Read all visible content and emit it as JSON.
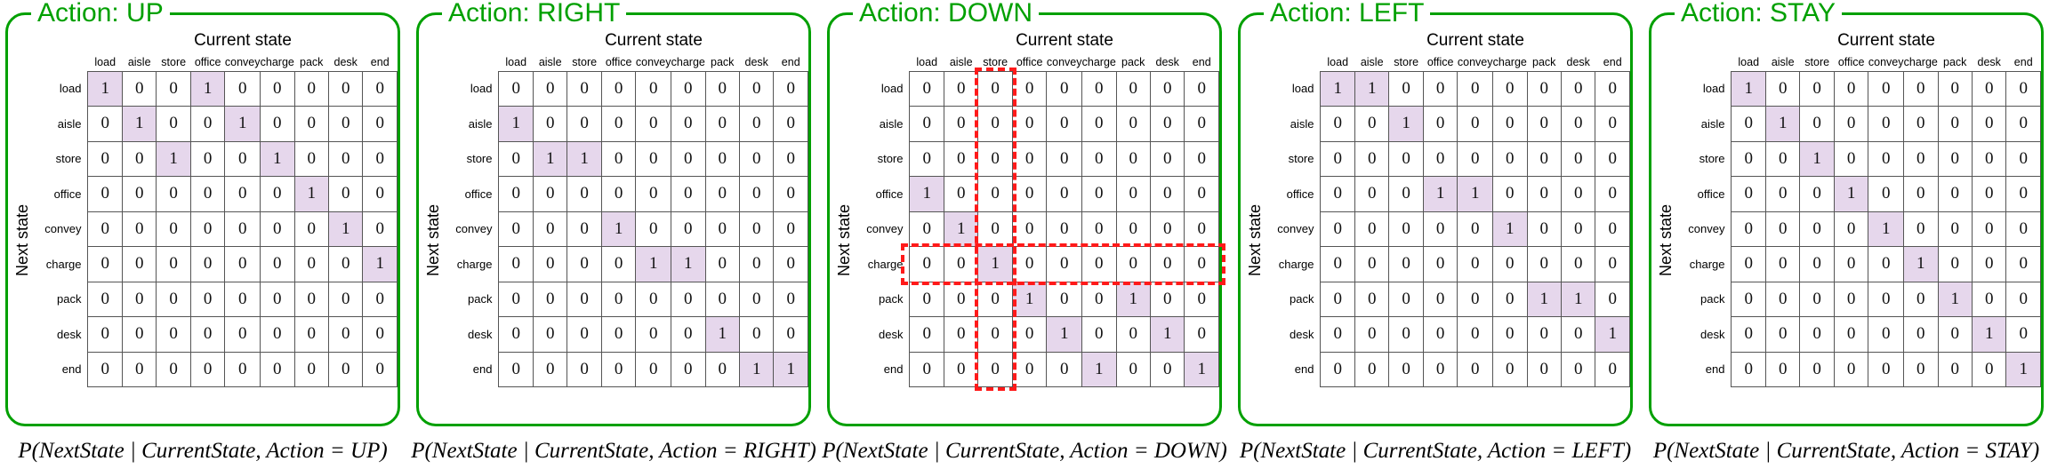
{
  "figure": {
    "column_group_title": "Current state",
    "row_group_title": "Next state",
    "accent_green": "#00a000",
    "highlight_purple": "#e6d7ec",
    "annotation_red": "#ff1a1a",
    "grid_line_color": "#555555"
  },
  "states": [
    "load",
    "aisle",
    "store",
    "office",
    "convey",
    "charge",
    "pack",
    "desk",
    "end"
  ],
  "panels": [
    {
      "id": "panel-up",
      "legend": "Action: UP",
      "action": "UP",
      "caption": "P(NextState | CurrentState, Action = UP)",
      "values": [
        [
          1,
          0,
          0,
          1,
          0,
          0,
          0,
          0,
          0
        ],
        [
          0,
          1,
          0,
          0,
          1,
          0,
          0,
          0,
          0
        ],
        [
          0,
          0,
          1,
          0,
          0,
          1,
          0,
          0,
          0
        ],
        [
          0,
          0,
          0,
          0,
          0,
          0,
          1,
          0,
          0
        ],
        [
          0,
          0,
          0,
          0,
          0,
          0,
          0,
          1,
          0
        ],
        [
          0,
          0,
          0,
          0,
          0,
          0,
          0,
          0,
          1
        ],
        [
          0,
          0,
          0,
          0,
          0,
          0,
          0,
          0,
          0
        ],
        [
          0,
          0,
          0,
          0,
          0,
          0,
          0,
          0,
          0
        ],
        [
          0,
          0,
          0,
          0,
          0,
          0,
          0,
          0,
          0
        ]
      ],
      "highlight": [
        [
          1,
          0,
          0,
          1,
          0,
          0,
          0,
          0,
          0
        ],
        [
          0,
          1,
          0,
          0,
          1,
          0,
          0,
          0,
          0
        ],
        [
          0,
          0,
          1,
          0,
          0,
          1,
          0,
          0,
          0
        ],
        [
          0,
          0,
          0,
          0,
          0,
          0,
          1,
          0,
          0
        ],
        [
          0,
          0,
          0,
          0,
          0,
          0,
          0,
          1,
          0
        ],
        [
          0,
          0,
          0,
          0,
          0,
          0,
          0,
          0,
          1
        ],
        [
          0,
          0,
          0,
          0,
          0,
          0,
          0,
          0,
          0
        ],
        [
          0,
          0,
          0,
          0,
          0,
          0,
          0,
          0,
          0
        ],
        [
          0,
          0,
          0,
          0,
          0,
          0,
          0,
          0,
          0
        ]
      ],
      "annotations": []
    },
    {
      "id": "panel-right",
      "legend": "Action: RIGHT",
      "action": "RIGHT",
      "caption": "P(NextState | CurrentState, Action = RIGHT)",
      "values": [
        [
          0,
          0,
          0,
          0,
          0,
          0,
          0,
          0,
          0
        ],
        [
          1,
          0,
          0,
          0,
          0,
          0,
          0,
          0,
          0
        ],
        [
          0,
          1,
          1,
          0,
          0,
          0,
          0,
          0,
          0
        ],
        [
          0,
          0,
          0,
          0,
          0,
          0,
          0,
          0,
          0
        ],
        [
          0,
          0,
          0,
          1,
          0,
          0,
          0,
          0,
          0
        ],
        [
          0,
          0,
          0,
          0,
          1,
          1,
          0,
          0,
          0
        ],
        [
          0,
          0,
          0,
          0,
          0,
          0,
          0,
          0,
          0
        ],
        [
          0,
          0,
          0,
          0,
          0,
          0,
          1,
          0,
          0
        ],
        [
          0,
          0,
          0,
          0,
          0,
          0,
          0,
          1,
          1
        ]
      ],
      "highlight": [
        [
          0,
          0,
          0,
          0,
          0,
          0,
          0,
          0,
          0
        ],
        [
          1,
          0,
          0,
          0,
          0,
          0,
          0,
          0,
          0
        ],
        [
          0,
          1,
          1,
          0,
          0,
          0,
          0,
          0,
          0
        ],
        [
          0,
          0,
          0,
          0,
          0,
          0,
          0,
          0,
          0
        ],
        [
          0,
          0,
          0,
          1,
          0,
          0,
          0,
          0,
          0
        ],
        [
          0,
          0,
          0,
          0,
          1,
          1,
          0,
          0,
          0
        ],
        [
          0,
          0,
          0,
          0,
          0,
          0,
          0,
          0,
          0
        ],
        [
          0,
          0,
          0,
          0,
          0,
          0,
          1,
          0,
          0
        ],
        [
          0,
          0,
          0,
          0,
          0,
          0,
          0,
          1,
          1
        ]
      ],
      "annotations": []
    },
    {
      "id": "panel-down",
      "legend": "Action: DOWN",
      "action": "DOWN",
      "caption": "P(NextState | CurrentState, Action = DOWN)",
      "values": [
        [
          0,
          0,
          0,
          0,
          0,
          0,
          0,
          0,
          0
        ],
        [
          0,
          0,
          0,
          0,
          0,
          0,
          0,
          0,
          0
        ],
        [
          0,
          0,
          0,
          0,
          0,
          0,
          0,
          0,
          0
        ],
        [
          1,
          0,
          0,
          0,
          0,
          0,
          0,
          0,
          0
        ],
        [
          0,
          1,
          0,
          0,
          0,
          0,
          0,
          0,
          0
        ],
        [
          0,
          0,
          1,
          0,
          0,
          0,
          0,
          0,
          0
        ],
        [
          0,
          0,
          0,
          1,
          0,
          0,
          1,
          0,
          0
        ],
        [
          0,
          0,
          0,
          0,
          1,
          0,
          0,
          1,
          0
        ],
        [
          0,
          0,
          0,
          0,
          0,
          1,
          0,
          0,
          1
        ]
      ],
      "highlight": [
        [
          0,
          0,
          0,
          0,
          0,
          0,
          0,
          0,
          0
        ],
        [
          0,
          0,
          0,
          0,
          0,
          0,
          0,
          0,
          0
        ],
        [
          0,
          0,
          0,
          0,
          0,
          0,
          0,
          0,
          0
        ],
        [
          1,
          0,
          0,
          0,
          0,
          0,
          0,
          0,
          0
        ],
        [
          0,
          1,
          0,
          0,
          0,
          0,
          0,
          0,
          0
        ],
        [
          0,
          0,
          1,
          0,
          0,
          0,
          0,
          0,
          0
        ],
        [
          0,
          0,
          0,
          1,
          0,
          0,
          1,
          0,
          0
        ],
        [
          0,
          0,
          0,
          0,
          1,
          0,
          0,
          1,
          0
        ],
        [
          0,
          0,
          0,
          0,
          0,
          1,
          0,
          0,
          1
        ]
      ],
      "annotations": [
        {
          "name": "column-highlight-store",
          "kind": "column",
          "index": 2
        },
        {
          "name": "row-highlight-charge",
          "kind": "row",
          "index": 5
        }
      ]
    },
    {
      "id": "panel-left",
      "legend": "Action: LEFT",
      "action": "LEFT",
      "caption": "P(NextState | CurrentState, Action = LEFT)",
      "values": [
        [
          1,
          1,
          0,
          0,
          0,
          0,
          0,
          0,
          0
        ],
        [
          0,
          0,
          1,
          0,
          0,
          0,
          0,
          0,
          0
        ],
        [
          0,
          0,
          0,
          0,
          0,
          0,
          0,
          0,
          0
        ],
        [
          0,
          0,
          0,
          1,
          1,
          0,
          0,
          0,
          0
        ],
        [
          0,
          0,
          0,
          0,
          0,
          1,
          0,
          0,
          0
        ],
        [
          0,
          0,
          0,
          0,
          0,
          0,
          0,
          0,
          0
        ],
        [
          0,
          0,
          0,
          0,
          0,
          0,
          1,
          1,
          0
        ],
        [
          0,
          0,
          0,
          0,
          0,
          0,
          0,
          0,
          1
        ],
        [
          0,
          0,
          0,
          0,
          0,
          0,
          0,
          0,
          0
        ]
      ],
      "highlight": [
        [
          1,
          1,
          0,
          0,
          0,
          0,
          0,
          0,
          0
        ],
        [
          0,
          0,
          1,
          0,
          0,
          0,
          0,
          0,
          0
        ],
        [
          0,
          0,
          0,
          0,
          0,
          0,
          0,
          0,
          0
        ],
        [
          0,
          0,
          0,
          1,
          1,
          0,
          0,
          0,
          0
        ],
        [
          0,
          0,
          0,
          0,
          0,
          1,
          0,
          0,
          0
        ],
        [
          0,
          0,
          0,
          0,
          0,
          0,
          0,
          0,
          0
        ],
        [
          0,
          0,
          0,
          0,
          0,
          0,
          1,
          1,
          0
        ],
        [
          0,
          0,
          0,
          0,
          0,
          0,
          0,
          0,
          1
        ],
        [
          0,
          0,
          0,
          0,
          0,
          0,
          0,
          0,
          0
        ]
      ],
      "annotations": []
    },
    {
      "id": "panel-stay",
      "legend": "Action: STAY",
      "action": "STAY",
      "caption": "P(NextState | CurrentState, Action = STAY)",
      "values": [
        [
          1,
          0,
          0,
          0,
          0,
          0,
          0,
          0,
          0
        ],
        [
          0,
          1,
          0,
          0,
          0,
          0,
          0,
          0,
          0
        ],
        [
          0,
          0,
          1,
          0,
          0,
          0,
          0,
          0,
          0
        ],
        [
          0,
          0,
          0,
          1,
          0,
          0,
          0,
          0,
          0
        ],
        [
          0,
          0,
          0,
          0,
          1,
          0,
          0,
          0,
          0
        ],
        [
          0,
          0,
          0,
          0,
          0,
          1,
          0,
          0,
          0
        ],
        [
          0,
          0,
          0,
          0,
          0,
          0,
          1,
          0,
          0
        ],
        [
          0,
          0,
          0,
          0,
          0,
          0,
          0,
          1,
          0
        ],
        [
          0,
          0,
          0,
          0,
          0,
          0,
          0,
          0,
          1
        ]
      ],
      "highlight": [
        [
          1,
          0,
          0,
          0,
          0,
          0,
          0,
          0,
          0
        ],
        [
          0,
          1,
          0,
          0,
          0,
          0,
          0,
          0,
          0
        ],
        [
          0,
          0,
          1,
          0,
          0,
          0,
          0,
          0,
          0
        ],
        [
          0,
          0,
          0,
          1,
          0,
          0,
          0,
          0,
          0
        ],
        [
          0,
          0,
          0,
          0,
          1,
          0,
          0,
          0,
          0
        ],
        [
          0,
          0,
          0,
          0,
          0,
          1,
          0,
          0,
          0
        ],
        [
          0,
          0,
          0,
          0,
          0,
          0,
          1,
          0,
          0
        ],
        [
          0,
          0,
          0,
          0,
          0,
          0,
          0,
          1,
          0
        ],
        [
          0,
          0,
          0,
          0,
          0,
          0,
          0,
          0,
          1
        ]
      ],
      "annotations": []
    }
  ]
}
